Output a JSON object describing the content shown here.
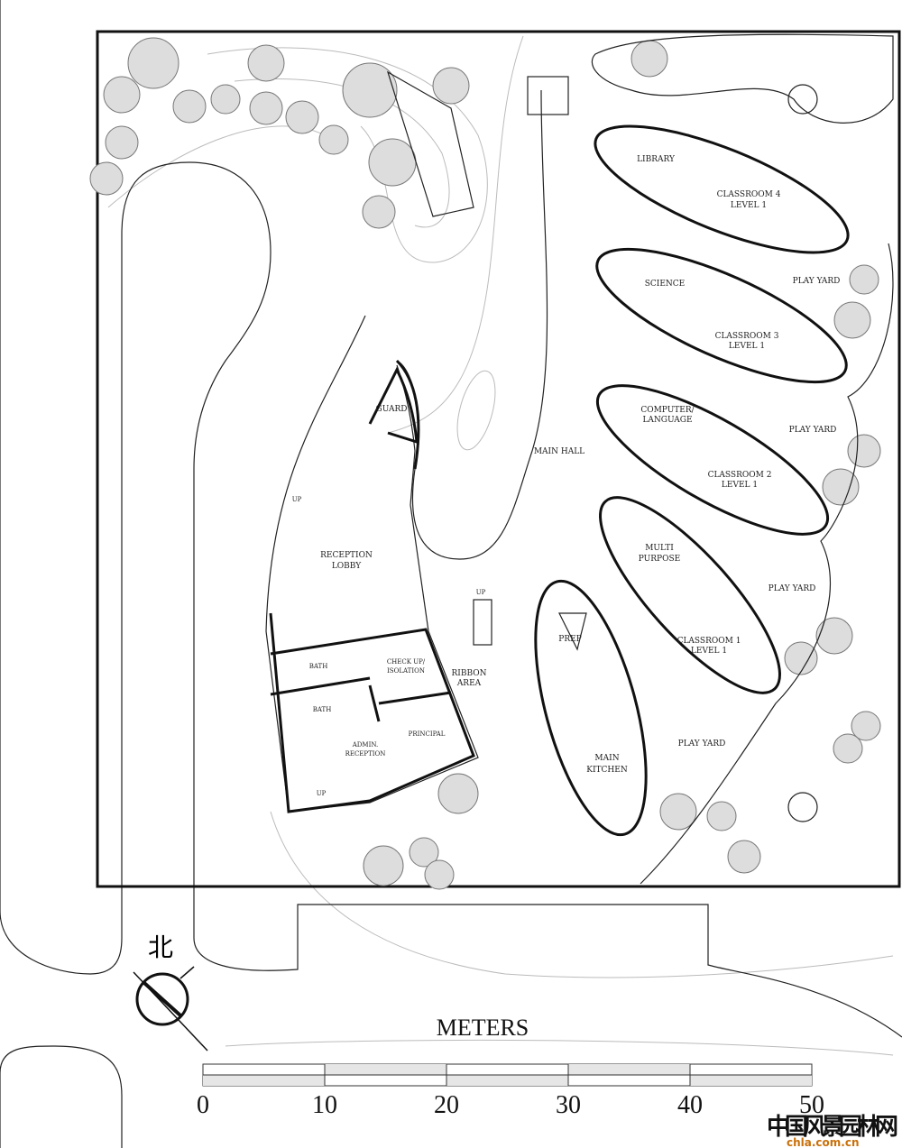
{
  "plan": {
    "rooms": {
      "library": "LIBRARY",
      "classroom4": [
        "CLASSROOM 4",
        "LEVEL 1"
      ],
      "science": "SCIENCE",
      "classroom3": [
        "CLASSROOM 3",
        "LEVEL 1"
      ],
      "computer_language": [
        "COMPUTER/",
        "LANGUAGE"
      ],
      "classroom2": [
        "CLASSROOM 2",
        "LEVEL 1"
      ],
      "multi_purpose": [
        "MULTI",
        "PURPOSE"
      ],
      "classroom1": [
        "CLASSROOM 1",
        "LEVEL 1"
      ],
      "play_yards": [
        "PLAY YARD",
        "PLAY YARD",
        "PLAY YARD",
        "PLAY YARD"
      ],
      "guard": "GUARD",
      "main_hall": "MAIN HALL",
      "reception_lobby": [
        "RECEPTION",
        "LOBBY"
      ],
      "prep": "PREP",
      "bath_upper": "BATH",
      "bath_lower": "BATH",
      "check_up": [
        "CHECK UP/",
        "ISOLATION"
      ],
      "ribbon_area": [
        "RIBBON",
        "AREA"
      ],
      "principal": "PRINCIPAL",
      "admin_reception": [
        "ADMIN.",
        "RECEPTION"
      ],
      "main_kitchen": [
        "MAIN",
        "KITCHEN"
      ],
      "stairs_up": [
        "UP",
        "UP",
        "UP"
      ]
    },
    "north_label": "北",
    "scale": {
      "title": "METERS",
      "ticks": [
        "0",
        "10",
        "20",
        "30",
        "40",
        "50"
      ]
    },
    "watermark": {
      "chinese": "中国风景园林网",
      "url": "chla.com.cn"
    }
  }
}
